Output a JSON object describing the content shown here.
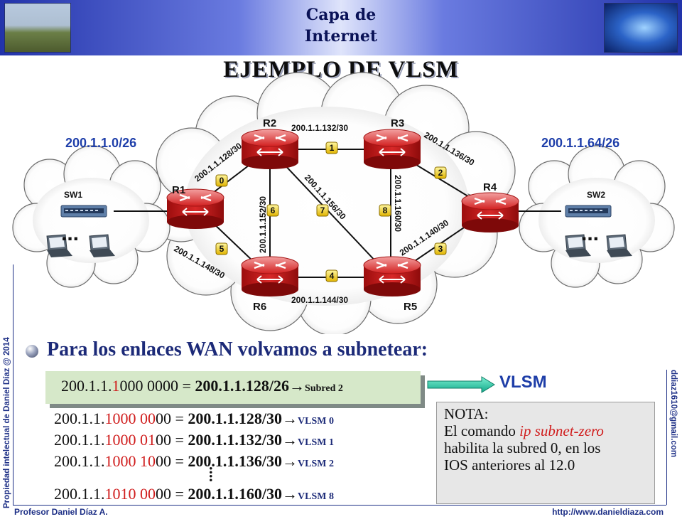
{
  "header": {
    "title_line1": "Capa de",
    "title_line2": "Internet"
  },
  "main_title": "EJEMPLO DE VLSM",
  "sidebar_left": "Propiedad intelectual de Daniel Díaz @ 2014",
  "sidebar_right": "ddiaz1610@gmail.com",
  "footer": {
    "author": "Profesor Daniel Díaz A.",
    "url": "http://www.danieldiaza.com"
  },
  "diagram": {
    "lan_left": "200.1.1.0/26",
    "lan_right": "200.1.1.64/26",
    "switch_left": "SW1",
    "switch_right": "SW2",
    "ellipsis": "...",
    "routers": {
      "r1": "R1",
      "r2": "R2",
      "r3": "R3",
      "r4": "R4",
      "r5": "R5",
      "r6": "R6"
    },
    "links": {
      "r1_r2": "200.1.1.128/30",
      "r2_r3": "200.1.1.132/30",
      "r3_r4": "200.1.1.136/30",
      "r4_r5": "200.1.1.140/30",
      "r5_r6": "200.1.1.144/30",
      "r1_r6": "200.1.1.148/30",
      "r2_r6": "200.1.1.152/30",
      "r2_r5": "200.1.1.156/30",
      "r3_r5": "200.1.1.160/30"
    },
    "badges": [
      "0",
      "1",
      "2",
      "3",
      "4",
      "5",
      "6",
      "7",
      "8"
    ]
  },
  "bullet_text": "Para los enlaces WAN volvamos a subnetear:",
  "subnet_line": {
    "prefix": "200.1.1.",
    "red": "1",
    "mid": "000 0000 = ",
    "result": "200.1.1.128/26",
    "arrow": "→",
    "tag": "Subred 2"
  },
  "vlsm_label": "VLSM",
  "vlsm_lines": [
    {
      "prefix": "200.1.1.",
      "red": "1000 00",
      "rest": "00 = ",
      "result": "200.1.1.128/30",
      "arrow": "→",
      "tag": "VLSM 0"
    },
    {
      "prefix": "200.1.1.",
      "red": "1000 01",
      "rest": "00 = ",
      "result": "200.1.1.132/30",
      "arrow": "→",
      "tag": "VLSM 1"
    },
    {
      "prefix": "200.1.1.",
      "red": "1000 10",
      "rest": "00 = ",
      "result": "200.1.1.136/30",
      "arrow": "→",
      "tag": "VLSM 2"
    },
    {
      "prefix": "200.1.1.",
      "red": "1010 00",
      "rest": "00 = ",
      "result": "200.1.1.160/30",
      "arrow": "→",
      "tag": "VLSM 8"
    }
  ],
  "vertical_dots": "....",
  "nota": {
    "title": "NOTA:",
    "line1": "El comando ",
    "command": "ip subnet-zero",
    "line2": "habilita la subred 0, en los",
    "line3": "IOS anteriores al  12.0"
  }
}
